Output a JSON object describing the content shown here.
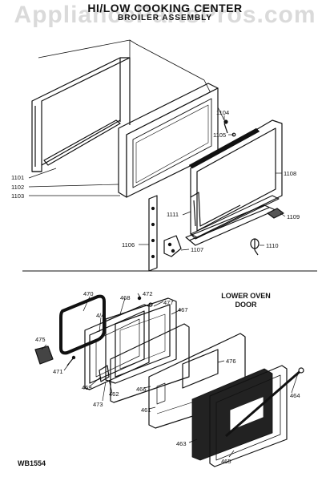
{
  "watermark": "AppliancePartsPros.com",
  "title": "HI/LOW COOKING CENTER",
  "subtitle": "BROILER ASSEMBLY",
  "section_label": [
    "LOWER OVEN",
    "DOOR"
  ],
  "diagram_code": "WB1554",
  "callouts": {
    "p1101": "1101",
    "p1102": "1102",
    "p1103": "1103",
    "p1104": "1104",
    "p1105": "1105",
    "p1106": "1106",
    "p1107": "1107",
    "p1108": "1108",
    "p1109": "1109",
    "p1110": "1110",
    "p1111": "1111",
    "p470": "470",
    "p472": "472",
    "p468": "468",
    "p477": "477",
    "p474": "4/4",
    "p467": "467",
    "p475": "475",
    "p476": "476",
    "p471": "471",
    "p469": "469",
    "p462": "462",
    "p466": "466",
    "p473": "473",
    "p461": "461",
    "p464": "464",
    "p463": "463",
    "p465": "465"
  }
}
